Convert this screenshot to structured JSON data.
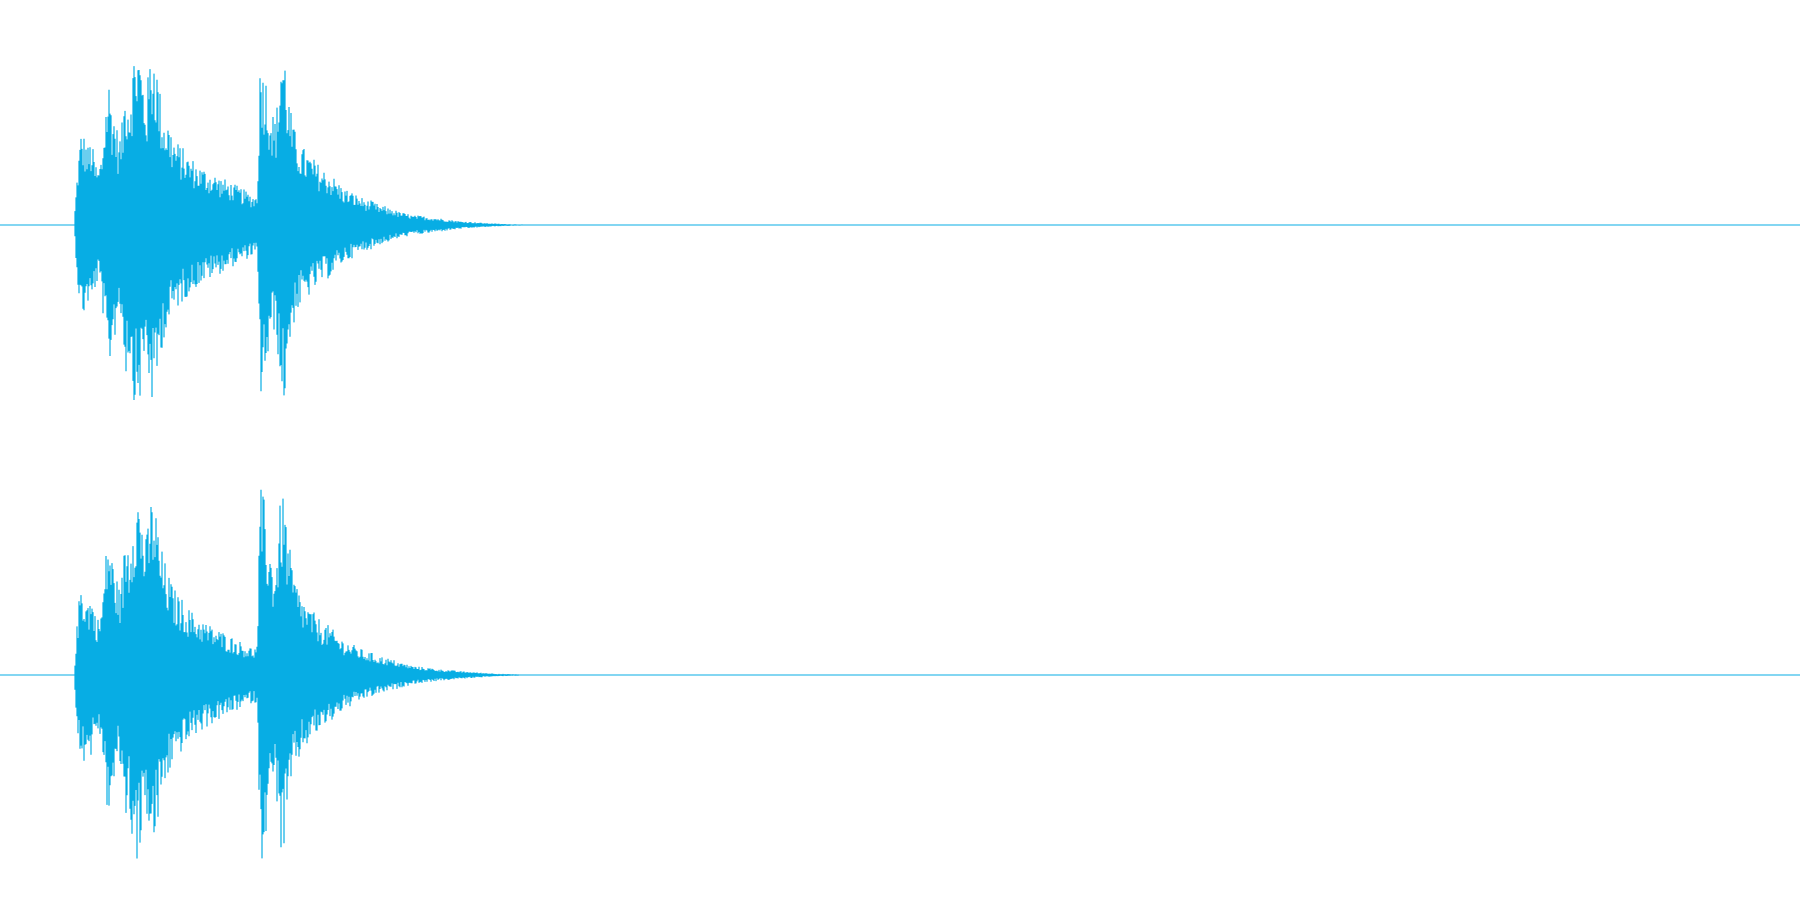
{
  "waveform": {
    "color": "#07adE4",
    "background": "#ffffff",
    "channels": [
      {
        "name": "",
        "envelope": [
          [
            0.0,
            0.0
          ],
          [
            0.002,
            0.3
          ],
          [
            0.004,
            0.5
          ],
          [
            0.006,
            0.48
          ],
          [
            0.008,
            0.42
          ],
          [
            0.01,
            0.46
          ],
          [
            0.012,
            0.35
          ],
          [
            0.014,
            0.3
          ],
          [
            0.016,
            0.38
          ],
          [
            0.018,
            0.62
          ],
          [
            0.02,
            0.8
          ],
          [
            0.022,
            0.66
          ],
          [
            0.024,
            0.58
          ],
          [
            0.026,
            0.45
          ],
          [
            0.028,
            0.55
          ],
          [
            0.03,
            0.8
          ],
          [
            0.032,
            0.7
          ],
          [
            0.034,
            0.88
          ],
          [
            0.036,
            0.99
          ],
          [
            0.038,
            0.95
          ],
          [
            0.04,
            0.8
          ],
          [
            0.042,
            0.7
          ],
          [
            0.044,
            0.9
          ],
          [
            0.046,
            0.99
          ],
          [
            0.048,
            0.86
          ],
          [
            0.05,
            0.7
          ],
          [
            0.052,
            0.6
          ],
          [
            0.054,
            0.58
          ],
          [
            0.056,
            0.52
          ],
          [
            0.058,
            0.47
          ],
          [
            0.06,
            0.44
          ],
          [
            0.062,
            0.42
          ],
          [
            0.064,
            0.4
          ],
          [
            0.066,
            0.37
          ],
          [
            0.068,
            0.36
          ],
          [
            0.07,
            0.34
          ],
          [
            0.072,
            0.32
          ],
          [
            0.074,
            0.31
          ],
          [
            0.076,
            0.3
          ],
          [
            0.078,
            0.29
          ],
          [
            0.08,
            0.28
          ],
          [
            0.082,
            0.27
          ],
          [
            0.084,
            0.26
          ],
          [
            0.086,
            0.25
          ],
          [
            0.088,
            0.24
          ],
          [
            0.09,
            0.23
          ],
          [
            0.092,
            0.22
          ],
          [
            0.094,
            0.21
          ],
          [
            0.096,
            0.2
          ],
          [
            0.098,
            0.19
          ],
          [
            0.1,
            0.18
          ],
          [
            0.102,
            0.17
          ],
          [
            0.104,
            0.16
          ],
          [
            0.106,
            0.16
          ],
          [
            0.108,
            0.92
          ],
          [
            0.11,
            0.86
          ],
          [
            0.112,
            0.76
          ],
          [
            0.114,
            0.66
          ],
          [
            0.116,
            0.56
          ],
          [
            0.118,
            0.66
          ],
          [
            0.12,
            0.99
          ],
          [
            0.122,
            0.94
          ],
          [
            0.124,
            0.72
          ],
          [
            0.126,
            0.58
          ],
          [
            0.128,
            0.5
          ],
          [
            0.13,
            0.46
          ],
          [
            0.132,
            0.42
          ],
          [
            0.134,
            0.4
          ],
          [
            0.136,
            0.38
          ],
          [
            0.138,
            0.36
          ],
          [
            0.14,
            0.34
          ],
          [
            0.142,
            0.32
          ],
          [
            0.144,
            0.3
          ],
          [
            0.146,
            0.29
          ],
          [
            0.148,
            0.28
          ],
          [
            0.15,
            0.26
          ],
          [
            0.152,
            0.24
          ],
          [
            0.154,
            0.22
          ],
          [
            0.156,
            0.2
          ],
          [
            0.158,
            0.19
          ],
          [
            0.16,
            0.18
          ],
          [
            0.162,
            0.17
          ],
          [
            0.164,
            0.16
          ],
          [
            0.166,
            0.15
          ],
          [
            0.168,
            0.14
          ],
          [
            0.17,
            0.13
          ],
          [
            0.172,
            0.13
          ],
          [
            0.174,
            0.12
          ],
          [
            0.176,
            0.11
          ],
          [
            0.178,
            0.1
          ],
          [
            0.18,
            0.1
          ],
          [
            0.182,
            0.09
          ],
          [
            0.184,
            0.09
          ],
          [
            0.186,
            0.08
          ],
          [
            0.188,
            0.07
          ],
          [
            0.19,
            0.07
          ],
          [
            0.192,
            0.06
          ],
          [
            0.194,
            0.06
          ],
          [
            0.196,
            0.05
          ],
          [
            0.198,
            0.05
          ],
          [
            0.2,
            0.05
          ],
          [
            0.204,
            0.045
          ],
          [
            0.208,
            0.04
          ],
          [
            0.212,
            0.035
          ],
          [
            0.216,
            0.03
          ],
          [
            0.22,
            0.025
          ],
          [
            0.224,
            0.02
          ],
          [
            0.228,
            0.018
          ],
          [
            0.232,
            0.015
          ],
          [
            0.236,
            0.012
          ],
          [
            0.24,
            0.01
          ],
          [
            0.244,
            0.008
          ],
          [
            0.248,
            0.006
          ],
          [
            0.252,
            0.005
          ],
          [
            0.256,
            0.004
          ],
          [
            0.26,
            0.003
          ],
          [
            0.264,
            0.002
          ],
          [
            0.268,
            0.001
          ],
          [
            0.272,
            0.0
          ]
        ]
      },
      {
        "name": "",
        "envelope": [
          [
            0.0,
            0.0
          ],
          [
            0.002,
            0.3
          ],
          [
            0.004,
            0.52
          ],
          [
            0.006,
            0.45
          ],
          [
            0.008,
            0.4
          ],
          [
            0.01,
            0.44
          ],
          [
            0.012,
            0.34
          ],
          [
            0.014,
            0.3
          ],
          [
            0.016,
            0.36
          ],
          [
            0.018,
            0.6
          ],
          [
            0.02,
            0.78
          ],
          [
            0.022,
            0.64
          ],
          [
            0.024,
            0.56
          ],
          [
            0.026,
            0.46
          ],
          [
            0.028,
            0.54
          ],
          [
            0.03,
            0.78
          ],
          [
            0.032,
            0.72
          ],
          [
            0.034,
            0.9
          ],
          [
            0.036,
            0.99
          ],
          [
            0.038,
            0.96
          ],
          [
            0.04,
            0.82
          ],
          [
            0.042,
            0.72
          ],
          [
            0.044,
            0.92
          ],
          [
            0.046,
            0.97
          ],
          [
            0.048,
            0.84
          ],
          [
            0.05,
            0.7
          ],
          [
            0.052,
            0.62
          ],
          [
            0.054,
            0.56
          ],
          [
            0.056,
            0.5
          ],
          [
            0.058,
            0.46
          ],
          [
            0.06,
            0.43
          ],
          [
            0.062,
            0.41
          ],
          [
            0.064,
            0.39
          ],
          [
            0.066,
            0.36
          ],
          [
            0.068,
            0.34
          ],
          [
            0.07,
            0.32
          ],
          [
            0.072,
            0.31
          ],
          [
            0.074,
            0.3
          ],
          [
            0.076,
            0.28
          ],
          [
            0.078,
            0.27
          ],
          [
            0.08,
            0.26
          ],
          [
            0.082,
            0.25
          ],
          [
            0.084,
            0.24
          ],
          [
            0.086,
            0.23
          ],
          [
            0.088,
            0.22
          ],
          [
            0.09,
            0.21
          ],
          [
            0.092,
            0.2
          ],
          [
            0.094,
            0.19
          ],
          [
            0.096,
            0.18
          ],
          [
            0.098,
            0.17
          ],
          [
            0.1,
            0.16
          ],
          [
            0.102,
            0.15
          ],
          [
            0.104,
            0.15
          ],
          [
            0.106,
            0.15
          ],
          [
            0.108,
            0.99
          ],
          [
            0.11,
            0.94
          ],
          [
            0.112,
            0.78
          ],
          [
            0.114,
            0.66
          ],
          [
            0.116,
            0.58
          ],
          [
            0.118,
            0.7
          ],
          [
            0.12,
            0.99
          ],
          [
            0.122,
            0.92
          ],
          [
            0.124,
            0.74
          ],
          [
            0.126,
            0.6
          ],
          [
            0.128,
            0.52
          ],
          [
            0.13,
            0.46
          ],
          [
            0.132,
            0.42
          ],
          [
            0.134,
            0.39
          ],
          [
            0.136,
            0.36
          ],
          [
            0.138,
            0.34
          ],
          [
            0.14,
            0.32
          ],
          [
            0.142,
            0.3
          ],
          [
            0.144,
            0.28
          ],
          [
            0.146,
            0.27
          ],
          [
            0.148,
            0.26
          ],
          [
            0.15,
            0.24
          ],
          [
            0.152,
            0.22
          ],
          [
            0.154,
            0.2
          ],
          [
            0.156,
            0.19
          ],
          [
            0.158,
            0.18
          ],
          [
            0.16,
            0.17
          ],
          [
            0.162,
            0.16
          ],
          [
            0.164,
            0.15
          ],
          [
            0.166,
            0.14
          ],
          [
            0.168,
            0.13
          ],
          [
            0.17,
            0.12
          ],
          [
            0.172,
            0.12
          ],
          [
            0.174,
            0.11
          ],
          [
            0.176,
            0.1
          ],
          [
            0.178,
            0.1
          ],
          [
            0.18,
            0.09
          ],
          [
            0.182,
            0.09
          ],
          [
            0.184,
            0.08
          ],
          [
            0.186,
            0.08
          ],
          [
            0.188,
            0.07
          ],
          [
            0.19,
            0.065
          ],
          [
            0.192,
            0.06
          ],
          [
            0.194,
            0.055
          ],
          [
            0.196,
            0.05
          ],
          [
            0.198,
            0.045
          ],
          [
            0.2,
            0.045
          ],
          [
            0.204,
            0.04
          ],
          [
            0.208,
            0.035
          ],
          [
            0.212,
            0.03
          ],
          [
            0.216,
            0.028
          ],
          [
            0.22,
            0.024
          ],
          [
            0.224,
            0.02
          ],
          [
            0.228,
            0.018
          ],
          [
            0.232,
            0.015
          ],
          [
            0.236,
            0.012
          ],
          [
            0.24,
            0.01
          ],
          [
            0.244,
            0.008
          ],
          [
            0.248,
            0.006
          ],
          [
            0.252,
            0.005
          ],
          [
            0.256,
            0.004
          ],
          [
            0.26,
            0.003
          ],
          [
            0.264,
            0.002
          ],
          [
            0.268,
            0.001
          ],
          [
            0.272,
            0.0
          ]
        ]
      }
    ]
  }
}
